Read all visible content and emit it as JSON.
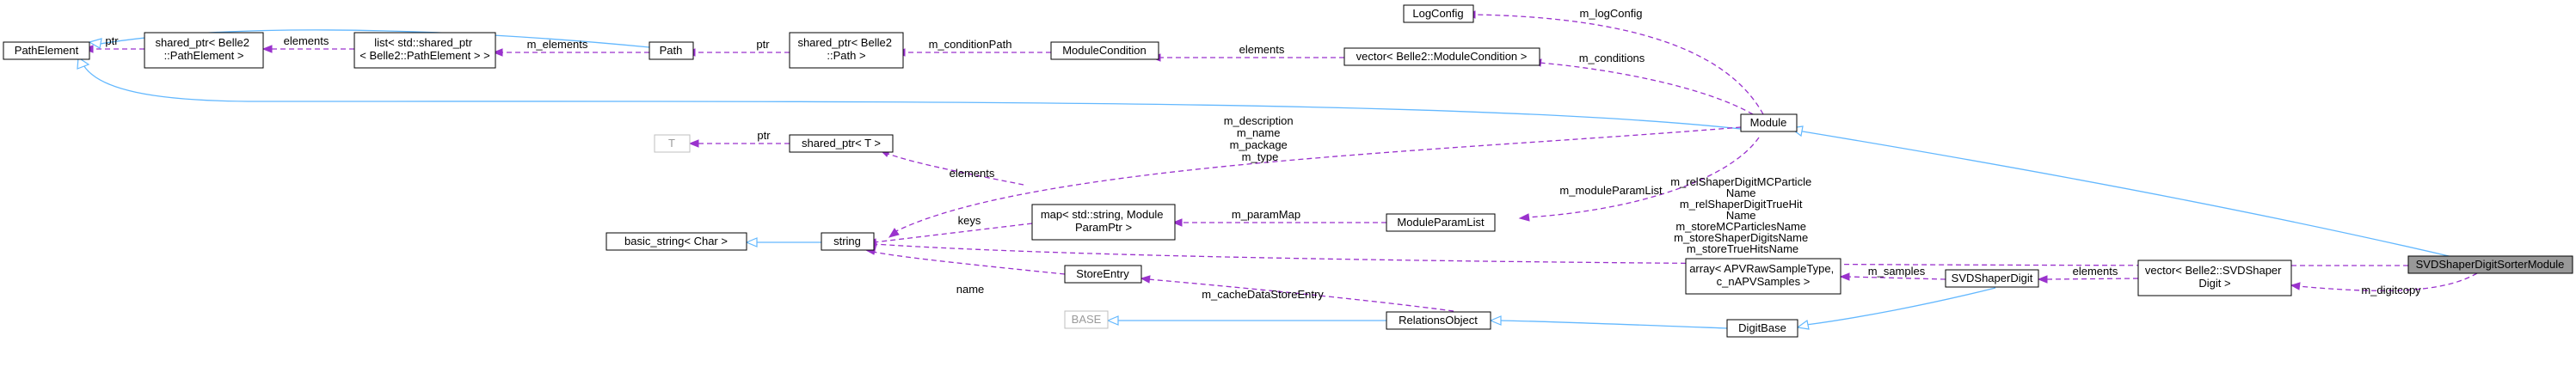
{
  "nodes": {
    "path_element": [
      "PathElement"
    ],
    "shared_ptr_path_element": [
      "shared_ptr< Belle2",
      "::PathElement >"
    ],
    "list_shared_ptr": [
      "list< std::shared_ptr",
      "< Belle2::PathElement > >"
    ],
    "path": [
      "Path"
    ],
    "shared_ptr_path": [
      "shared_ptr< Belle2",
      "::Path >"
    ],
    "module_condition": [
      "ModuleCondition"
    ],
    "vector_module_condition": [
      "vector< Belle2::ModuleCondition >"
    ],
    "log_config": [
      "LogConfig"
    ],
    "module": [
      "Module"
    ],
    "t": [
      "T"
    ],
    "shared_ptr_t": [
      "shared_ptr< T >"
    ],
    "basic_string": [
      "basic_string< Char >"
    ],
    "string": [
      "string"
    ],
    "map_module_param": [
      "map< std::string, Module",
      "ParamPtr >"
    ],
    "module_param_list": [
      "ModuleParamList"
    ],
    "svd_shaper_digit_sorter_module": [
      "SVDShaperDigitSorterModule"
    ],
    "store_entry": [
      "StoreEntry"
    ],
    "array_apv_raw": [
      "array< APVRawSampleType,",
      "c_nAPVSamples >"
    ],
    "svd_shaper_digit": [
      "SVDShaperDigit"
    ],
    "vector_svd_shaper_digit": [
      "vector< Belle2::SVDShaper",
      "Digit >"
    ],
    "base": [
      "BASE"
    ],
    "relations_object": [
      "RelationsObject"
    ],
    "digit_base": [
      "DigitBase"
    ]
  },
  "edge_labels": {
    "ptr_path_element": [
      "ptr"
    ],
    "elements_list": [
      "elements"
    ],
    "m_elements": [
      "m_elements"
    ],
    "ptr_path": [
      "ptr"
    ],
    "m_condition_path": [
      "m_conditionPath"
    ],
    "elements_conditions": [
      "elements"
    ],
    "m_log_config": [
      "m_logConfig"
    ],
    "m_conditions": [
      "m_conditions"
    ],
    "module_strings": [
      "m_description",
      "m_name",
      "m_package",
      "m_type"
    ],
    "ptr_t": [
      "ptr"
    ],
    "elements_map": [
      "elements"
    ],
    "keys": [
      "keys"
    ],
    "m_param_map": [
      "m_paramMap"
    ],
    "m_module_param_list": [
      "m_moduleParamList"
    ],
    "sorter_strings": [
      "m_relShaperDigitMCParticle",
      "Name",
      "m_relShaperDigitTrueHit",
      "Name",
      "m_storeMCParticlesName",
      "m_storeShaperDigitsName",
      "m_storeTrueHitsName"
    ],
    "name": [
      "name"
    ],
    "m_cache_data_store_entry": [
      "m_cacheDataStoreEntry"
    ],
    "m_samples": [
      "m_samples"
    ],
    "elements_digits": [
      "elements"
    ],
    "m_digitcopy": [
      "m_digitcopy"
    ]
  },
  "colors": {
    "inheritance": "#63b8ff",
    "usage": "#9a32cd",
    "highlight_fill": "#999999",
    "grey_border": "#bfbfbf"
  }
}
